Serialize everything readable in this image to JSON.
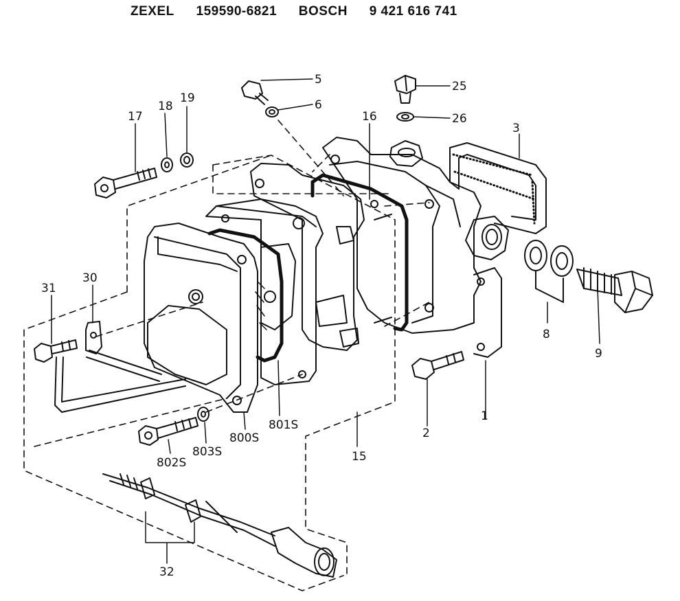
{
  "header": {
    "brand1": "ZEXEL",
    "part1": "159590-6821",
    "brand2": "BOSCH",
    "part2": "9 421 616 741"
  },
  "callouts": {
    "c1": "1",
    "c2": "2",
    "c3": "3",
    "c5": "5",
    "c6": "6",
    "c8": "8",
    "c9": "9",
    "c15": "15",
    "c16": "16",
    "c17": "17",
    "c18": "18",
    "c19": "19",
    "c25": "25",
    "c26": "26",
    "c30": "30",
    "c31": "31",
    "c32": "32",
    "c800s": "800S",
    "c801s": "801S",
    "c802s": "802S",
    "c803s": "803S"
  }
}
